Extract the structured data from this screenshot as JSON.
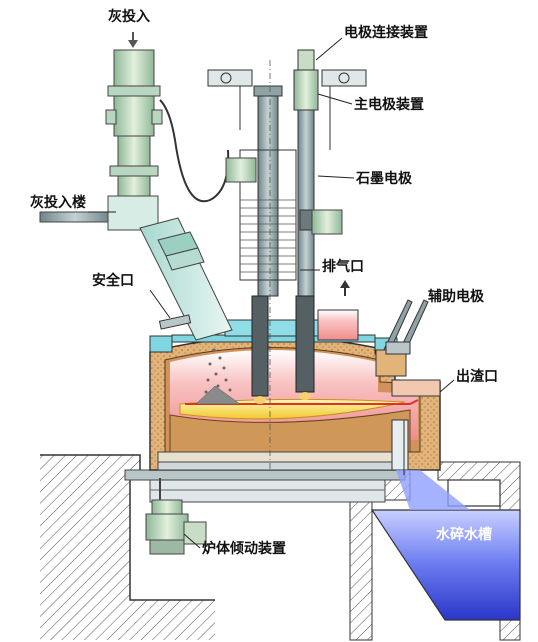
{
  "labels": {
    "ash_input": "灰投入",
    "ash_input_tower": "灰投入楼",
    "safety_port": "安全口",
    "electrode_connector": "电极连接装置",
    "main_electrode": "主电极装置",
    "graphite_electrode": "石墨电极",
    "exhaust_port": "排气口",
    "aux_electrode": "辅助电极",
    "slag_outlet": "出渣口",
    "water_quench_tank": "水碎水槽",
    "tilting_device": "炉体倾动装置"
  },
  "colors": {
    "furnace_body": "#d9a46a",
    "refractory": "#e0b176",
    "hot_zone": "#f4a0a0",
    "molten_slag": "#f5e04a",
    "water": "#3c4fd8",
    "steel": "#8fa3a6",
    "lid": "#7fd6e0",
    "equipment_green": "#b9d8b0"
  }
}
